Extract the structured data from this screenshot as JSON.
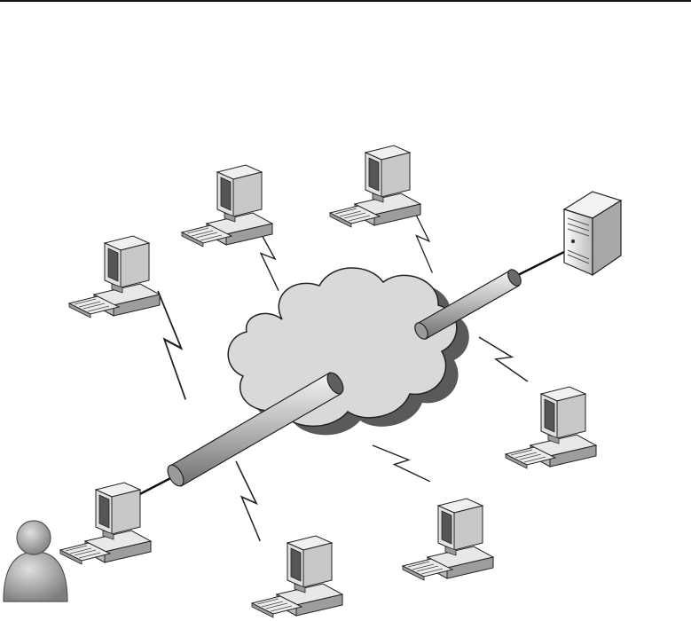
{
  "diagram": {
    "elements": [
      {
        "id": "cloud",
        "kind": "network-cloud"
      },
      {
        "id": "tunnel",
        "kind": "vpn-tunnel-pipe",
        "from": "user-workstation",
        "to": "server"
      },
      {
        "id": "server",
        "kind": "server-tower"
      },
      {
        "id": "user-workstation",
        "kind": "computer-with-user"
      },
      {
        "id": "wireless-links",
        "kind": "lightning-bolt",
        "count": 6
      },
      {
        "id": "remote-computers",
        "kind": "desktop-computer",
        "count": 7
      }
    ],
    "colors": {
      "cloud": "#d9d9d9",
      "cloud_shadow": "#5a5a5a",
      "pipe": "#b8b8b8",
      "monitor": "#e2e2e2",
      "screen": "#555555",
      "server": "#e4e4e4",
      "person": "#9a9a9a",
      "outline": "#222222"
    },
    "text": []
  }
}
